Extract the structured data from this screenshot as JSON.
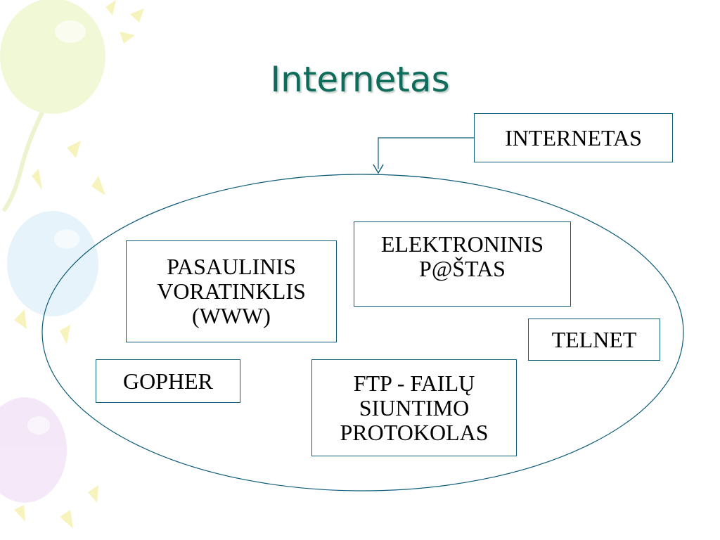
{
  "slide": {
    "title": "Internetas"
  },
  "diagram": {
    "source_label": "INTERNETAS",
    "services": {
      "www": [
        "PASAULINIS",
        "VORATINKLIS",
        "(WWW)"
      ],
      "email": [
        "ELEKTRONINIS",
        "P@ŠTAS"
      ],
      "telnet": [
        "TELNET"
      ],
      "gopher": [
        "GOPHER"
      ],
      "ftp": [
        "FTP - FAILŲ",
        "SIUNTIMO",
        "PROTOKOLAS"
      ]
    },
    "colors": {
      "border": "#0b5a78",
      "title": "#0f6b5a"
    }
  }
}
